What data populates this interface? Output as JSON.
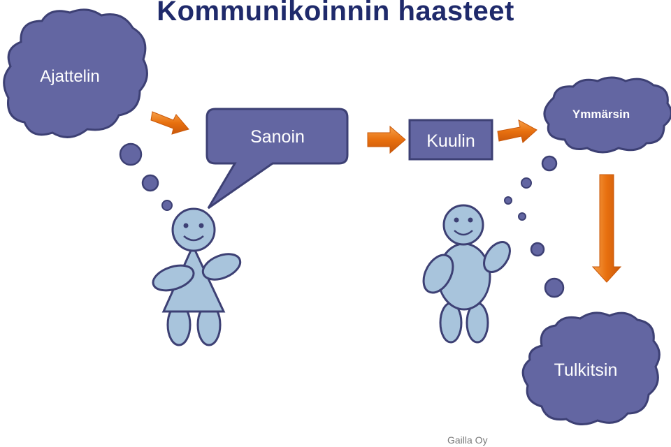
{
  "title": "Kommunikoinnin haasteet",
  "steps": {
    "thought": "Ajattelin",
    "said": "Sanoin",
    "heard": "Kuulin",
    "understood": "Ymmärsin",
    "interpreted": "Tulkitsin"
  },
  "footer": "Gailla Oy",
  "colors": {
    "shape_fill": "#6366a2",
    "shape_stroke": "#3d4074",
    "figure_fill": "#a8c4dc",
    "arrow": "#e8700f",
    "title": "#1f2a6b"
  }
}
